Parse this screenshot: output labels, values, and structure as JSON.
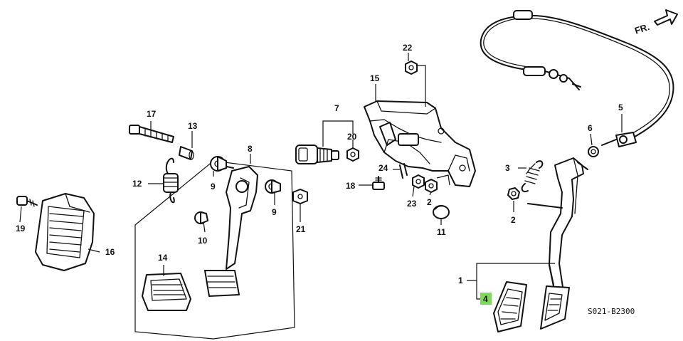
{
  "diagram": {
    "code": "S021-B2300",
    "direction_label": "FR.",
    "highlight_color": "#7ed957",
    "callouts": [
      {
        "id": "c1",
        "text": "1"
      },
      {
        "id": "c2a",
        "text": "2"
      },
      {
        "id": "c2b",
        "text": "2"
      },
      {
        "id": "c3",
        "text": "3"
      },
      {
        "id": "c4",
        "text": "4",
        "highlighted": true
      },
      {
        "id": "c5",
        "text": "5"
      },
      {
        "id": "c6",
        "text": "6"
      },
      {
        "id": "c7",
        "text": "7"
      },
      {
        "id": "c8",
        "text": "8"
      },
      {
        "id": "c9a",
        "text": "9"
      },
      {
        "id": "c9b",
        "text": "9"
      },
      {
        "id": "c10",
        "text": "10"
      },
      {
        "id": "c11",
        "text": "11"
      },
      {
        "id": "c12",
        "text": "12"
      },
      {
        "id": "c13",
        "text": "13"
      },
      {
        "id": "c14",
        "text": "14"
      },
      {
        "id": "c15",
        "text": "15"
      },
      {
        "id": "c16",
        "text": "16"
      },
      {
        "id": "c17",
        "text": "17"
      },
      {
        "id": "c18",
        "text": "18"
      },
      {
        "id": "c19",
        "text": "19"
      },
      {
        "id": "c20",
        "text": "20"
      },
      {
        "id": "c21",
        "text": "21"
      },
      {
        "id": "c22",
        "text": "22"
      },
      {
        "id": "c23",
        "text": "23"
      },
      {
        "id": "c24",
        "text": "24"
      }
    ]
  }
}
